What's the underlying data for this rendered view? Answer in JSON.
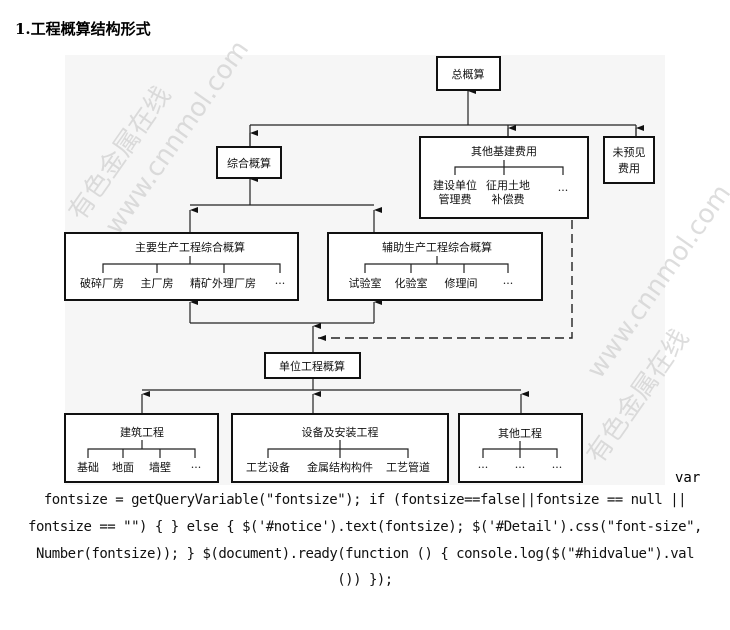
{
  "title": "1.工程概算结构形式",
  "diagram": {
    "total": "总概算",
    "combined": "综合概算",
    "other_capital": "其他基建费用",
    "other_capital_items": [
      "建设单位",
      "管理费",
      "征用土地",
      "补偿费",
      "···"
    ],
    "unforeseen": [
      "未预见",
      "费用"
    ],
    "main_production": "主要生产工程综合概算",
    "main_items": [
      "破碎厂房",
      "主厂房",
      "精矿外理厂房",
      "···"
    ],
    "aux_production": "辅助生产工程综合概算",
    "aux_items": [
      "试验室",
      "化验室",
      "修理间",
      "···"
    ],
    "unit": "单位工程概算",
    "building": "建筑工程",
    "building_items": [
      "基础",
      "地面",
      "墙壁",
      "···"
    ],
    "equipment": "设备及安装工程",
    "equipment_items": [
      "工艺设备",
      "金属结构构件",
      "工艺管道"
    ],
    "other_eng": "其他工程",
    "other_eng_items": [
      "···",
      "···",
      "···"
    ],
    "watermark": [
      "有色金属在线",
      "www.cnnmol.com"
    ]
  },
  "code": {
    "first": "var",
    "lines": [
      "fontsize = getQueryVariable(\"fontsize\"); if (fontsize==false||fontsize == null ||",
      "fontsize == \"\") { } else { $('#notice').text(fontsize); $('#Detail').css(\"font-size\",",
      "Number(fontsize)); } $(document).ready(function () { console.log($(\"#hidvalue\").val",
      "()) });"
    ]
  }
}
